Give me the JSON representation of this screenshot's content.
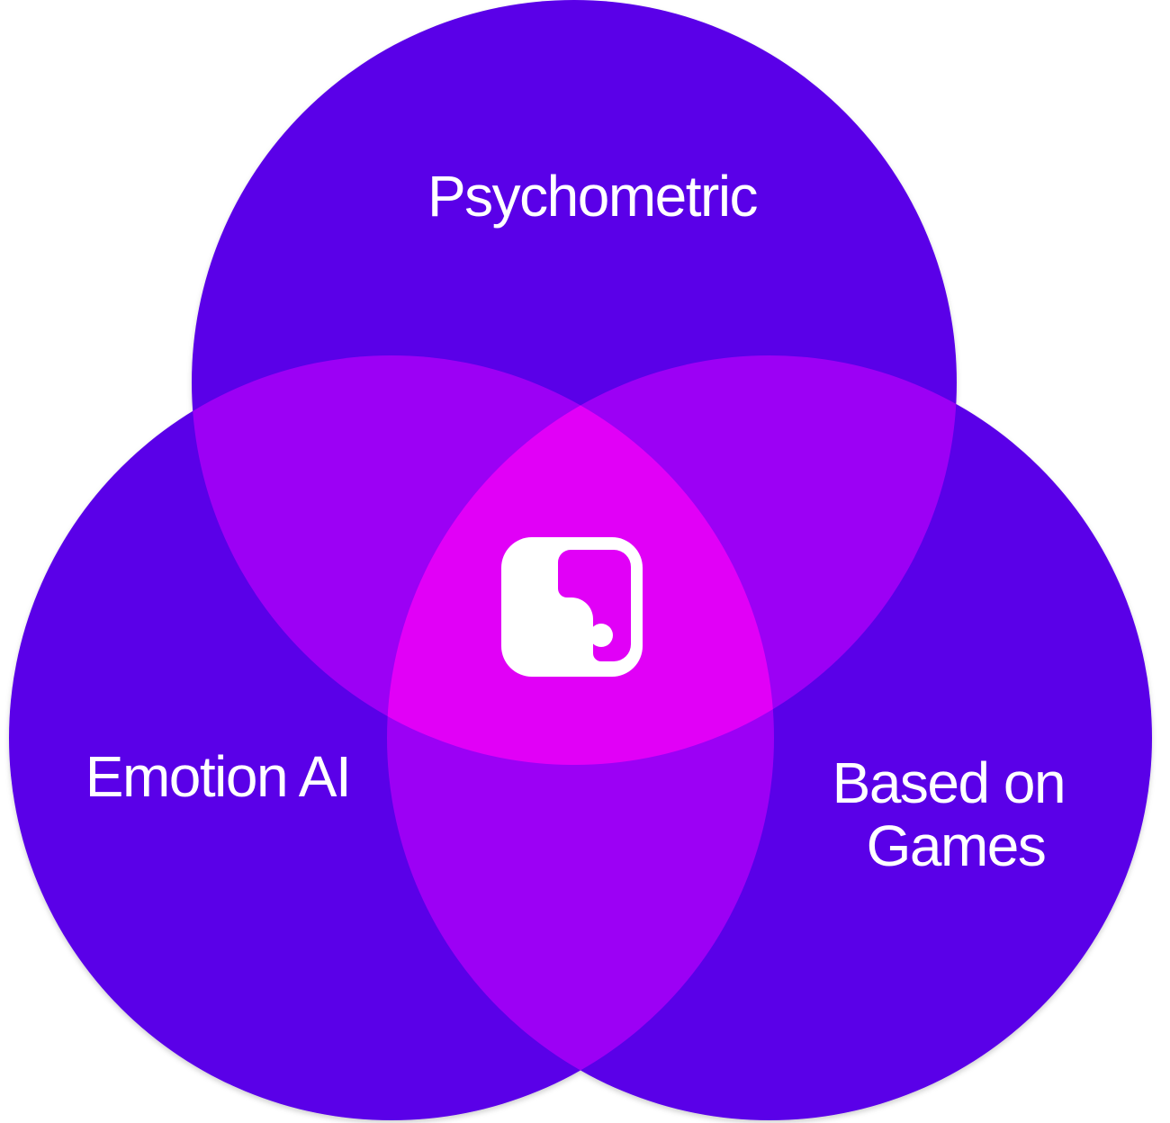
{
  "diagram": {
    "type": "venn",
    "colors": {
      "circle": "#5a00e8",
      "pair_overlap": "#9c00f5",
      "center_overlap": "#e100f7",
      "label": "#ffffff",
      "logo": "#ffffff"
    },
    "sets": [
      {
        "id": "top",
        "label_lines": [
          "Psychometric"
        ]
      },
      {
        "id": "left",
        "label_lines": [
          "Emotion AI"
        ]
      },
      {
        "id": "right",
        "label_lines": [
          "Based on",
          "Games"
        ]
      }
    ],
    "center_icon": "brand-logo-icon"
  }
}
